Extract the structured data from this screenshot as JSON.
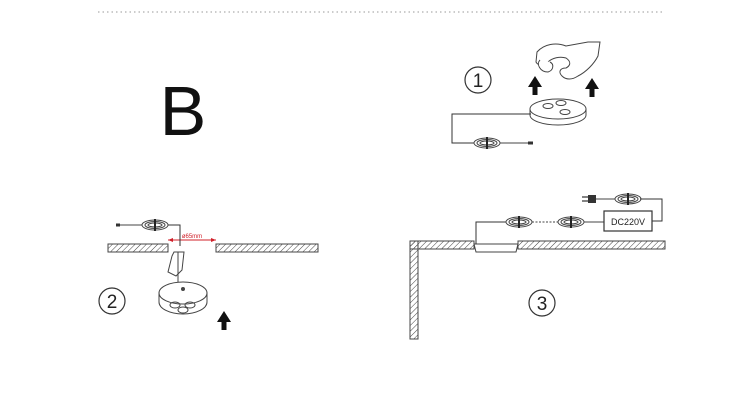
{
  "section_letter": "B",
  "steps": [
    {
      "number": "1"
    },
    {
      "number": "2",
      "hole_diameter": "ø65mm"
    },
    {
      "number": "3",
      "driver_label": "DC220V"
    }
  ],
  "colors": {
    "ink": "#333333",
    "dimension": "#d0202a",
    "divider": "#999999"
  }
}
